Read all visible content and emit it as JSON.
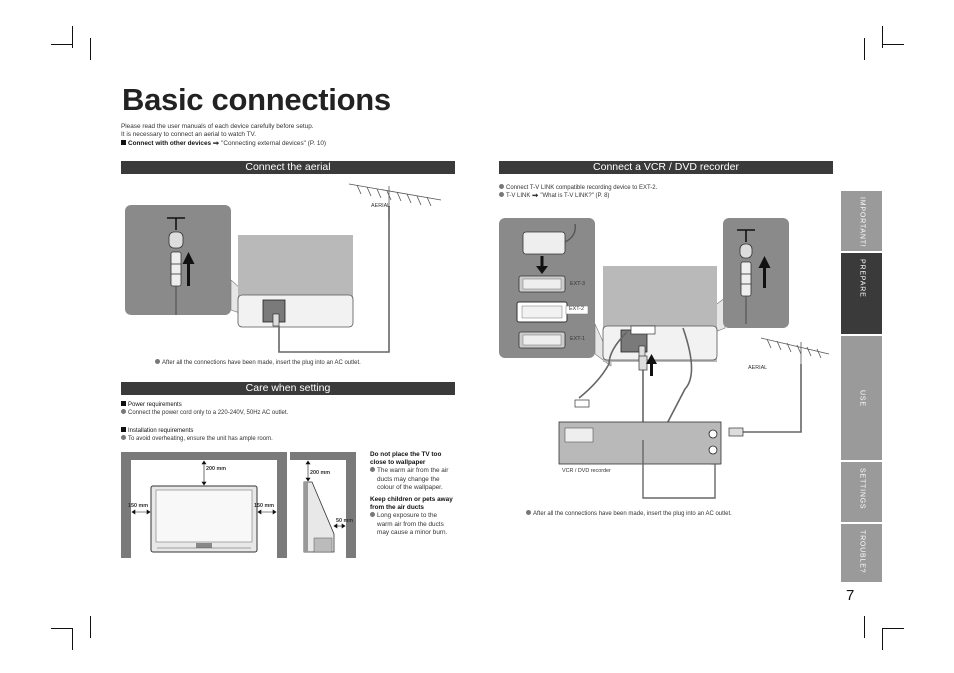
{
  "page": {
    "title": "Basic connections",
    "number": "7",
    "intro": {
      "line1": "Please read the user manuals of each device carefully before setup.",
      "line2": "It is necessary to connect an aerial to watch TV.",
      "link_label": "Connect with other devices",
      "link_ref": "\"Connecting external devices\" (P. 10)"
    }
  },
  "aerial_section": {
    "heading": "Connect the aerial",
    "aerial_label": "AERIAL",
    "note": "After all the connections have been made, insert the plug into an AC outlet."
  },
  "care_section": {
    "heading": "Care when setting",
    "power_heading": "Power requirements",
    "power_note": "Connect the power cord only to a 220-240V, 50Hz AC outlet.",
    "install_heading": "Installation requirements",
    "install_note": "To avoid overheating, ensure the unit has ample room.",
    "dim_top": "200 mm",
    "dim_left": "150 mm",
    "dim_right": "150 mm",
    "dim_side_top": "200 mm",
    "dim_side_back": "50 mm",
    "warn1_heading": "Do not place the TV too close to wallpaper",
    "warn1_text": "The warm air from the air ducts may change the colour of the wallpaper.",
    "warn2_heading": "Keep children or pets away from the air ducts",
    "warn2_text": "Long exposure to the warm air from the ducts may cause a minor burn."
  },
  "vcr_section": {
    "heading": "Connect a VCR / DVD recorder",
    "note1": "Connect T-V LINK compatible recording device to EXT-2.",
    "note2_label": "T-V LINK",
    "note2_ref": "\"What is T-V LINK?\" (P. 8)",
    "ext3": "EXT-3",
    "ext2": "EXT-2",
    "ext1": "EXT-1",
    "aerial_label": "AERIAL",
    "recorder_label": "VCR / DVD recorder",
    "note": "After all the connections have been made, insert the plug into an AC outlet."
  },
  "side_tabs": [
    {
      "label": "IMPORTANT!",
      "active": false
    },
    {
      "label": "PREPARE",
      "active": true
    },
    {
      "label": "USE",
      "active": false
    },
    {
      "label": "SETTINGS",
      "active": false
    },
    {
      "label": "TROUBLE?",
      "active": false
    }
  ],
  "colors": {
    "header_bg": "#3a3a3a",
    "tab_inactive": "#9a9a9a",
    "tab_active": "#3a3a3a",
    "diagram_gray": "#7a7a7a"
  }
}
